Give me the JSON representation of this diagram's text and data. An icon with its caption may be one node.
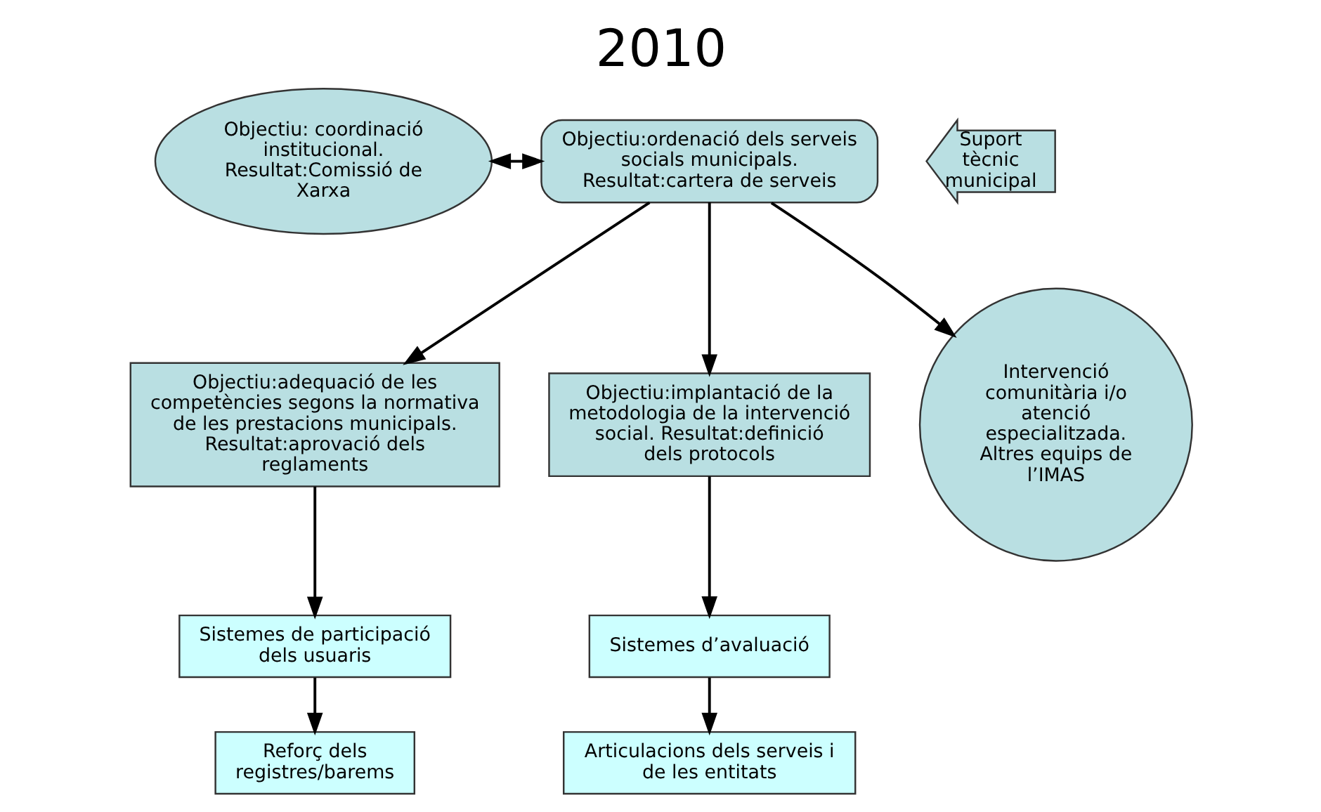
{
  "diagram": {
    "title": "2010",
    "nodes": [
      {
        "text": [
          "Objectiu: coordinació institucional. Resultat:Comissió de Xarxa"
        ]
      },
      {
        "text": [
          "Objectiu:ordenació dels serveis socials municipals. Resultat:cartera de serveis"
        ]
      },
      {
        "text": [
          "Suport tècnic municipal"
        ]
      },
      {
        "text": [
          "Objectiu:adequació de les competències segons la normativa de les prestacions municipals. Resultat:aprovació dels reglaments"
        ]
      },
      {
        "text": [
          "Objectiu:implantació de la metodologia de la intervenció social. Resultat:definició dels protocols"
        ]
      },
      {
        "text": [
          "Sistemes de participació dels usuaris"
        ]
      },
      {
        "text": [
          "Reforç dels registres/barems"
        ]
      },
      {
        "text": [
          "Sistemes d’avaluació"
        ]
      },
      {
        "text": [
          "Articulacions dels serveis i de les entitats"
        ]
      },
      {
        "text": [
          "Intervenció comunitària i/o atenció especialitzada. Altres equips de l’IMAS"
        ]
      }
    ],
    "edges": [
      {
        "from": 0,
        "to": 1,
        "arrow": "both"
      },
      {
        "from": 1,
        "to": 3,
        "arrow": "to"
      },
      {
        "from": 1,
        "to": 4,
        "arrow": "to"
      },
      {
        "from": 1,
        "to": 9,
        "arrow": "to"
      },
      {
        "from": 3,
        "to": 5,
        "arrow": "to"
      },
      {
        "from": 5,
        "to": 6,
        "arrow": "to"
      },
      {
        "from": 4,
        "to": 7,
        "arrow": "to"
      },
      {
        "from": 7,
        "to": 8,
        "arrow": "to"
      }
    ]
  }
}
